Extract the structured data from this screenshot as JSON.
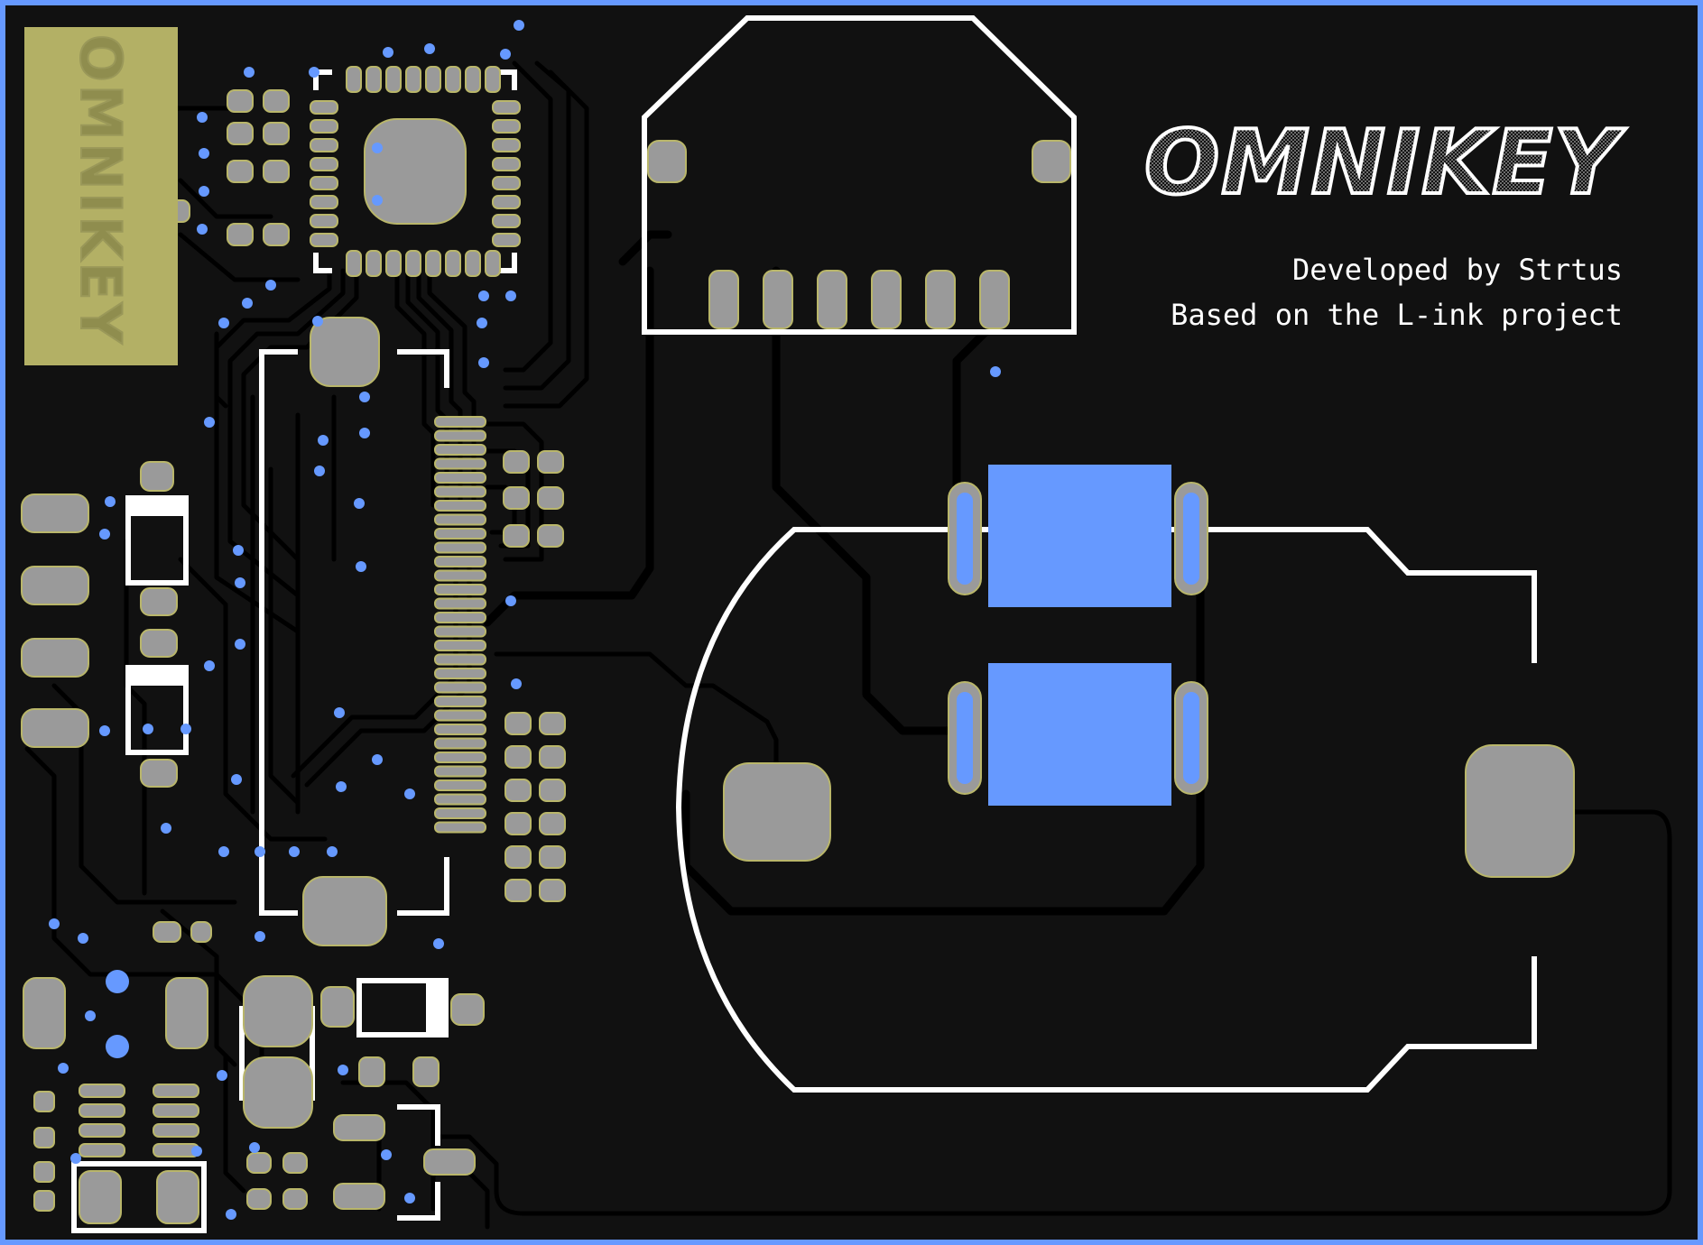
{
  "board": {
    "title": "OMNIKEY",
    "logo_vertical": "OMNIKEY",
    "credit_line_1": "Developed by Strtus",
    "credit_line_2": "Based on the L-ink project"
  },
  "colors": {
    "substrate": "#111111",
    "edge_cuts": "#6699ff",
    "silkscreen": "#ffffff",
    "pad": "#9a9a9a",
    "pad_outline": "#b9b66a",
    "logo_fill": "#b3b065",
    "via": "#6699ff",
    "trace": "#000000"
  }
}
